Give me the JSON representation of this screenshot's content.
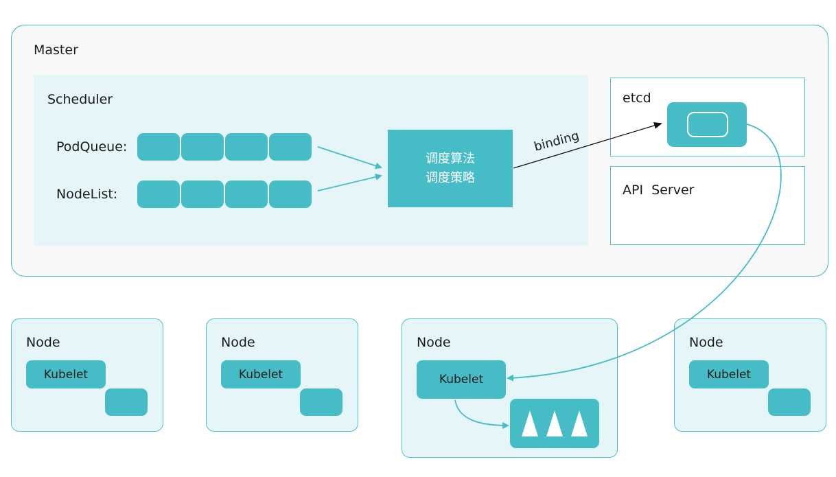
{
  "master": {
    "title": "Master"
  },
  "scheduler": {
    "title": "Scheduler",
    "pod_queue_label": "PodQueue:",
    "node_list_label": "NodeList:",
    "algorithm_line1": "调度算法",
    "algorithm_line2": "调度策略"
  },
  "binding_label": "binding",
  "etcd": {
    "title": "etcd"
  },
  "api_server": {
    "title": "API  Server"
  },
  "nodes": [
    {
      "title": "Node",
      "kubelet": "Kubelet"
    },
    {
      "title": "Node",
      "kubelet": "Kubelet"
    },
    {
      "title": "Node",
      "kubelet": "Kubelet"
    },
    {
      "title": "Node",
      "kubelet": "Kubelet"
    }
  ],
  "colors": {
    "accent": "#46bcc7",
    "panel": "#e5f5f8",
    "border": "#3fb6c0"
  }
}
